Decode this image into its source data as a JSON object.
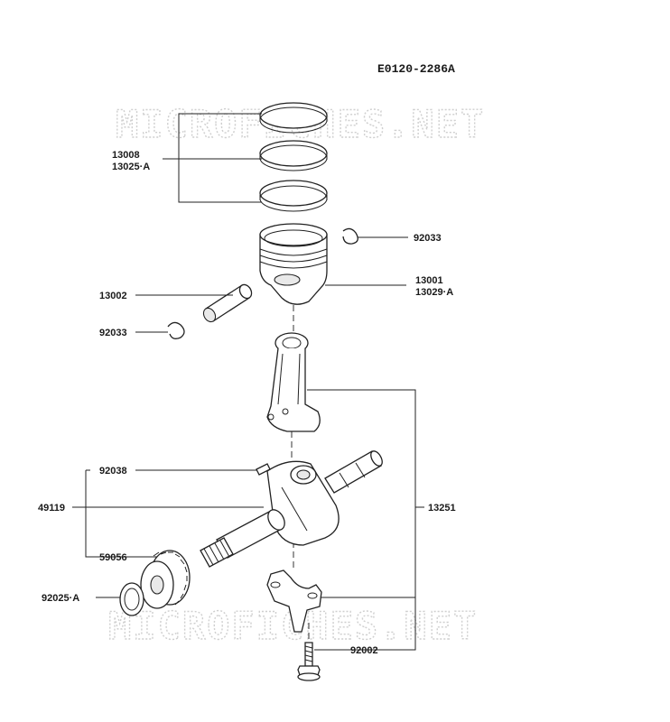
{
  "diagram_id": "E0120-2286A",
  "watermark": "MICROFICHES.NET",
  "parts": {
    "piston_rings": [
      "13008",
      "13025·A"
    ],
    "piston": [
      "13001",
      "13029·A"
    ],
    "piston_clip_top": "92033",
    "piston_pin": "13002",
    "piston_clip_left": "92033",
    "crankshaft_key": "92038",
    "crankshaft": "49119",
    "gear": "59056",
    "washer": "92025·A",
    "connecting_rod": "13251",
    "rod_bolt": "92002"
  }
}
